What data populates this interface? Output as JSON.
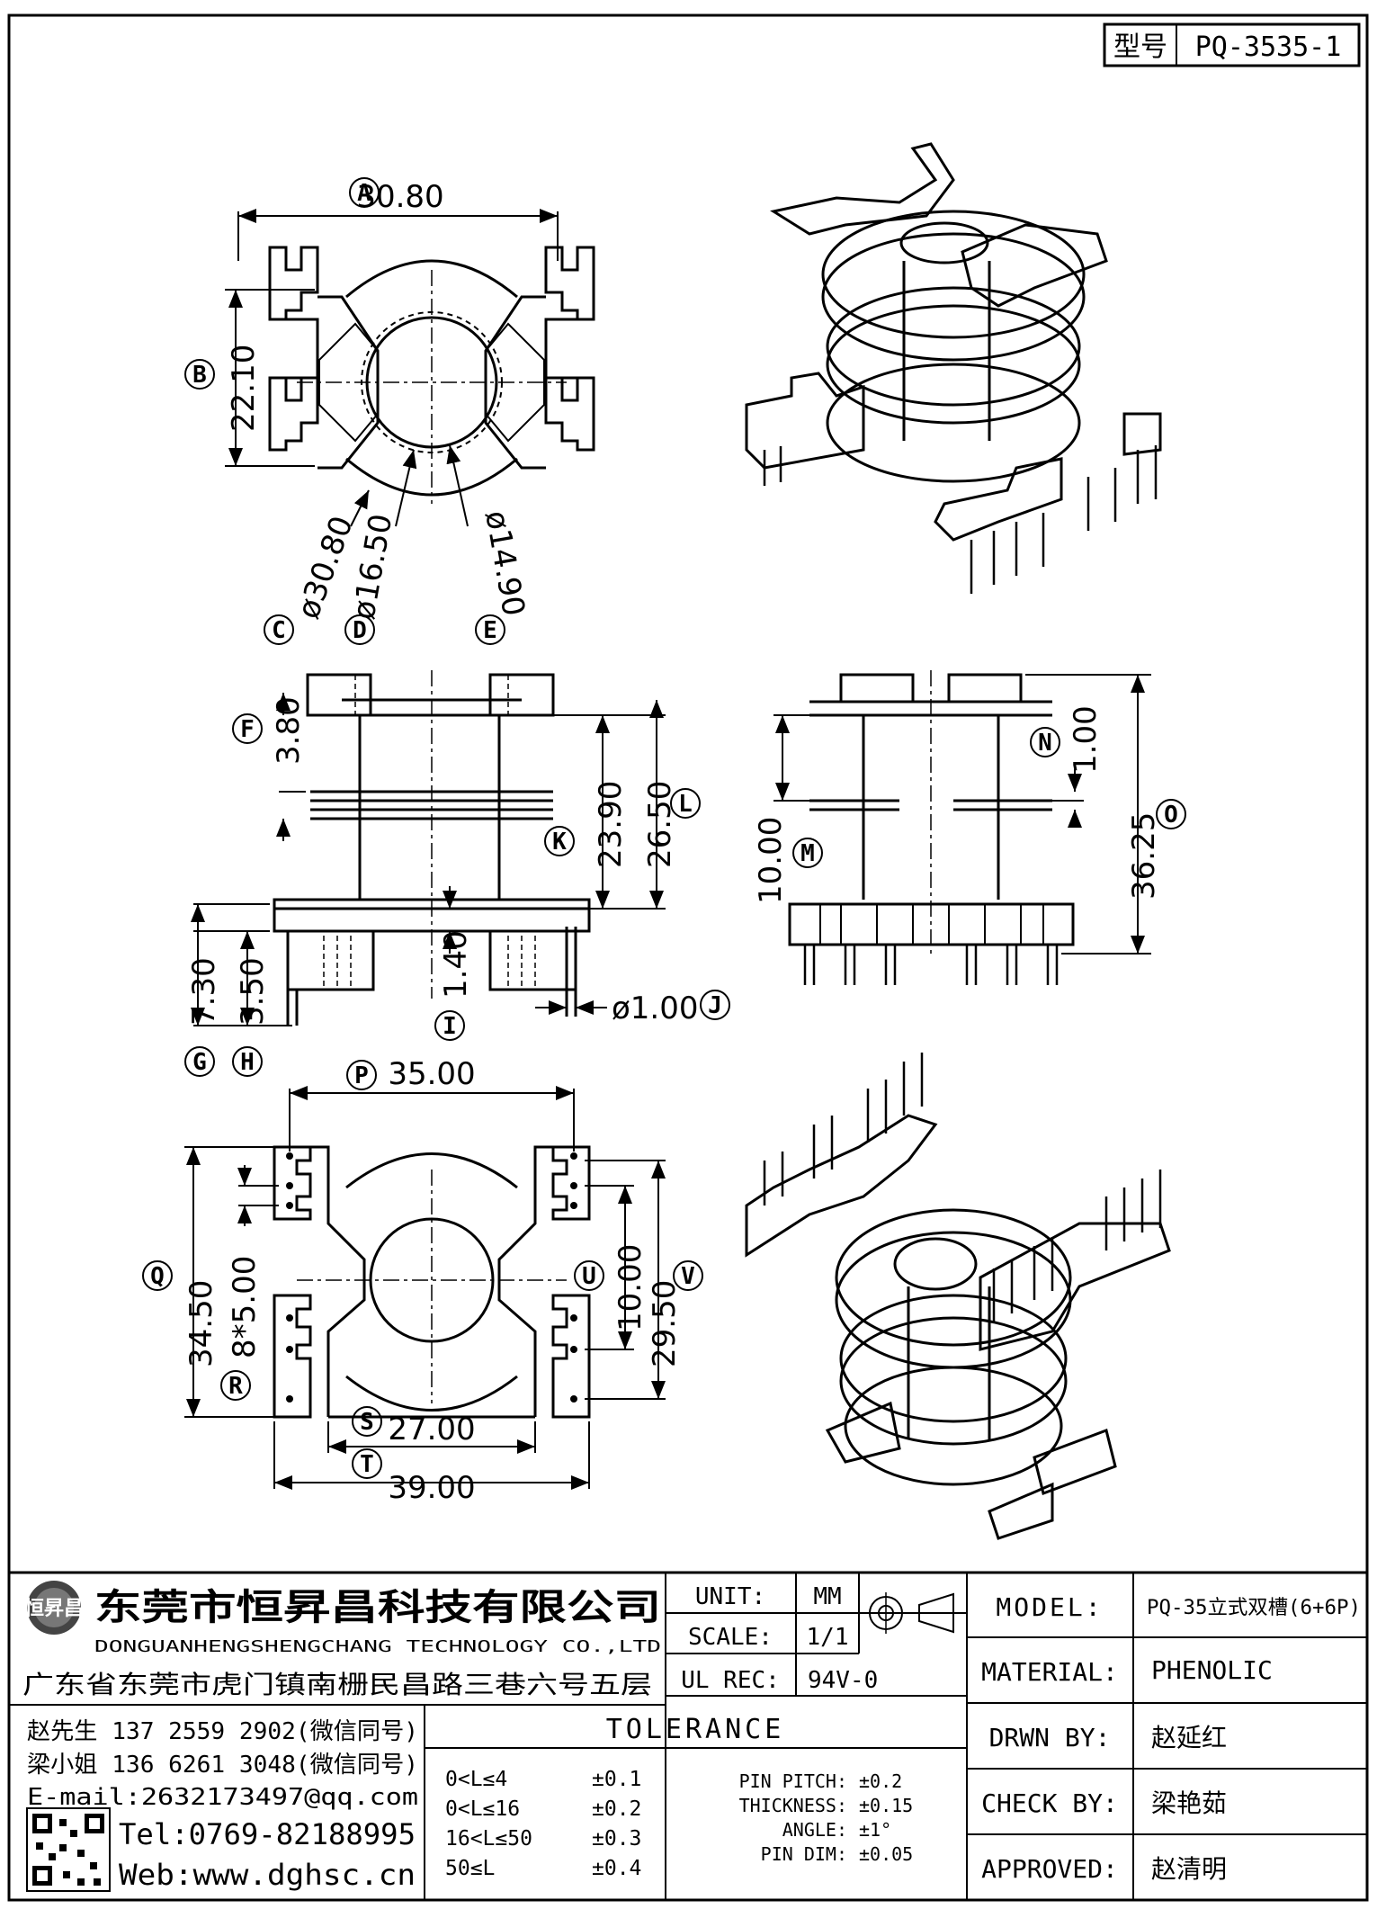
{
  "model_box": {
    "label": "型号",
    "value": "PQ-3535-1"
  },
  "view_top": {
    "dims": {
      "A": "30.80",
      "B": "22.10",
      "C": "ø30.80",
      "D": "ø16.50",
      "E": "ø14.90"
    },
    "letters": [
      "A",
      "B",
      "C",
      "D",
      "E"
    ]
  },
  "view_front": {
    "dims": {
      "F": "3.80",
      "K": "23.90",
      "L": "26.50",
      "G": "7.30",
      "H": "3.50",
      "I": "1.40",
      "J": "ø1.00"
    },
    "letters": [
      "F",
      "K",
      "L",
      "G",
      "H",
      "I",
      "J"
    ]
  },
  "view_side": {
    "dims": {
      "N": "1.00",
      "M": "10.00",
      "O": "36.25"
    },
    "letters": [
      "N",
      "M",
      "O"
    ]
  },
  "view_bottom": {
    "dims": {
      "P": "35.00",
      "Q": "34.50",
      "R": "8*5.00",
      "U": "10.00",
      "V": "29.50",
      "S": "27.00",
      "T": "39.00"
    },
    "letters": [
      "P",
      "Q",
      "R",
      "S",
      "T",
      "U",
      "V"
    ]
  },
  "company": {
    "name_cn": "东莞市恒昇昌科技有限公司",
    "name_en": "DONGUANHENGSHENGCHANG TECHNOLOGY CO.,LTD",
    "logo_text": "恒昇昌",
    "address": "广东省东莞市虎门镇南栅民昌路三巷六号五层",
    "contacts": [
      "赵先生 137 2559 2902(微信同号)",
      "梁小姐 136 6261 3048(微信同号)"
    ],
    "email": "E-mail:2632173497@qq.com",
    "tel": "Tel:0769-82188995",
    "web": "Web:www.dghsc.cn"
  },
  "specs": {
    "unit_label": "UNIT:",
    "unit_value": "MM",
    "scale_label": "SCALE:",
    "scale_value": "1/1",
    "ulrec_label": "UL REC:",
    "ulrec_value": "94V-0"
  },
  "tolerance": {
    "title": "TOLERANCE",
    "ranges": [
      {
        "range": "0<L≤4",
        "tol": "±0.1"
      },
      {
        "range": "0<L≤16",
        "tol": "±0.2"
      },
      {
        "range": "16<L≤50",
        "tol": "±0.3"
      },
      {
        "range": "50≤L",
        "tol": "±0.4"
      }
    ],
    "others": [
      {
        "label": "PIN PITCH:",
        "tol": "±0.2"
      },
      {
        "label": "THICKNESS:",
        "tol": "±0.15"
      },
      {
        "label": "ANGLE:",
        "tol": "±1°"
      },
      {
        "label": "PIN DIM:",
        "tol": "±0.05"
      }
    ]
  },
  "title_block": {
    "model_label": "MODEL:",
    "model_value": "PQ-35立式双槽(6+6P)",
    "material_label": "MATERIAL:",
    "material_value": "PHENOLIC",
    "drwn_label": "DRWN BY:",
    "drwn_value": "赵延红",
    "check_label": "CHECK BY:",
    "check_value": "梁艳茹",
    "approved_label": "APPROVED:",
    "approved_value": "赵清明"
  }
}
